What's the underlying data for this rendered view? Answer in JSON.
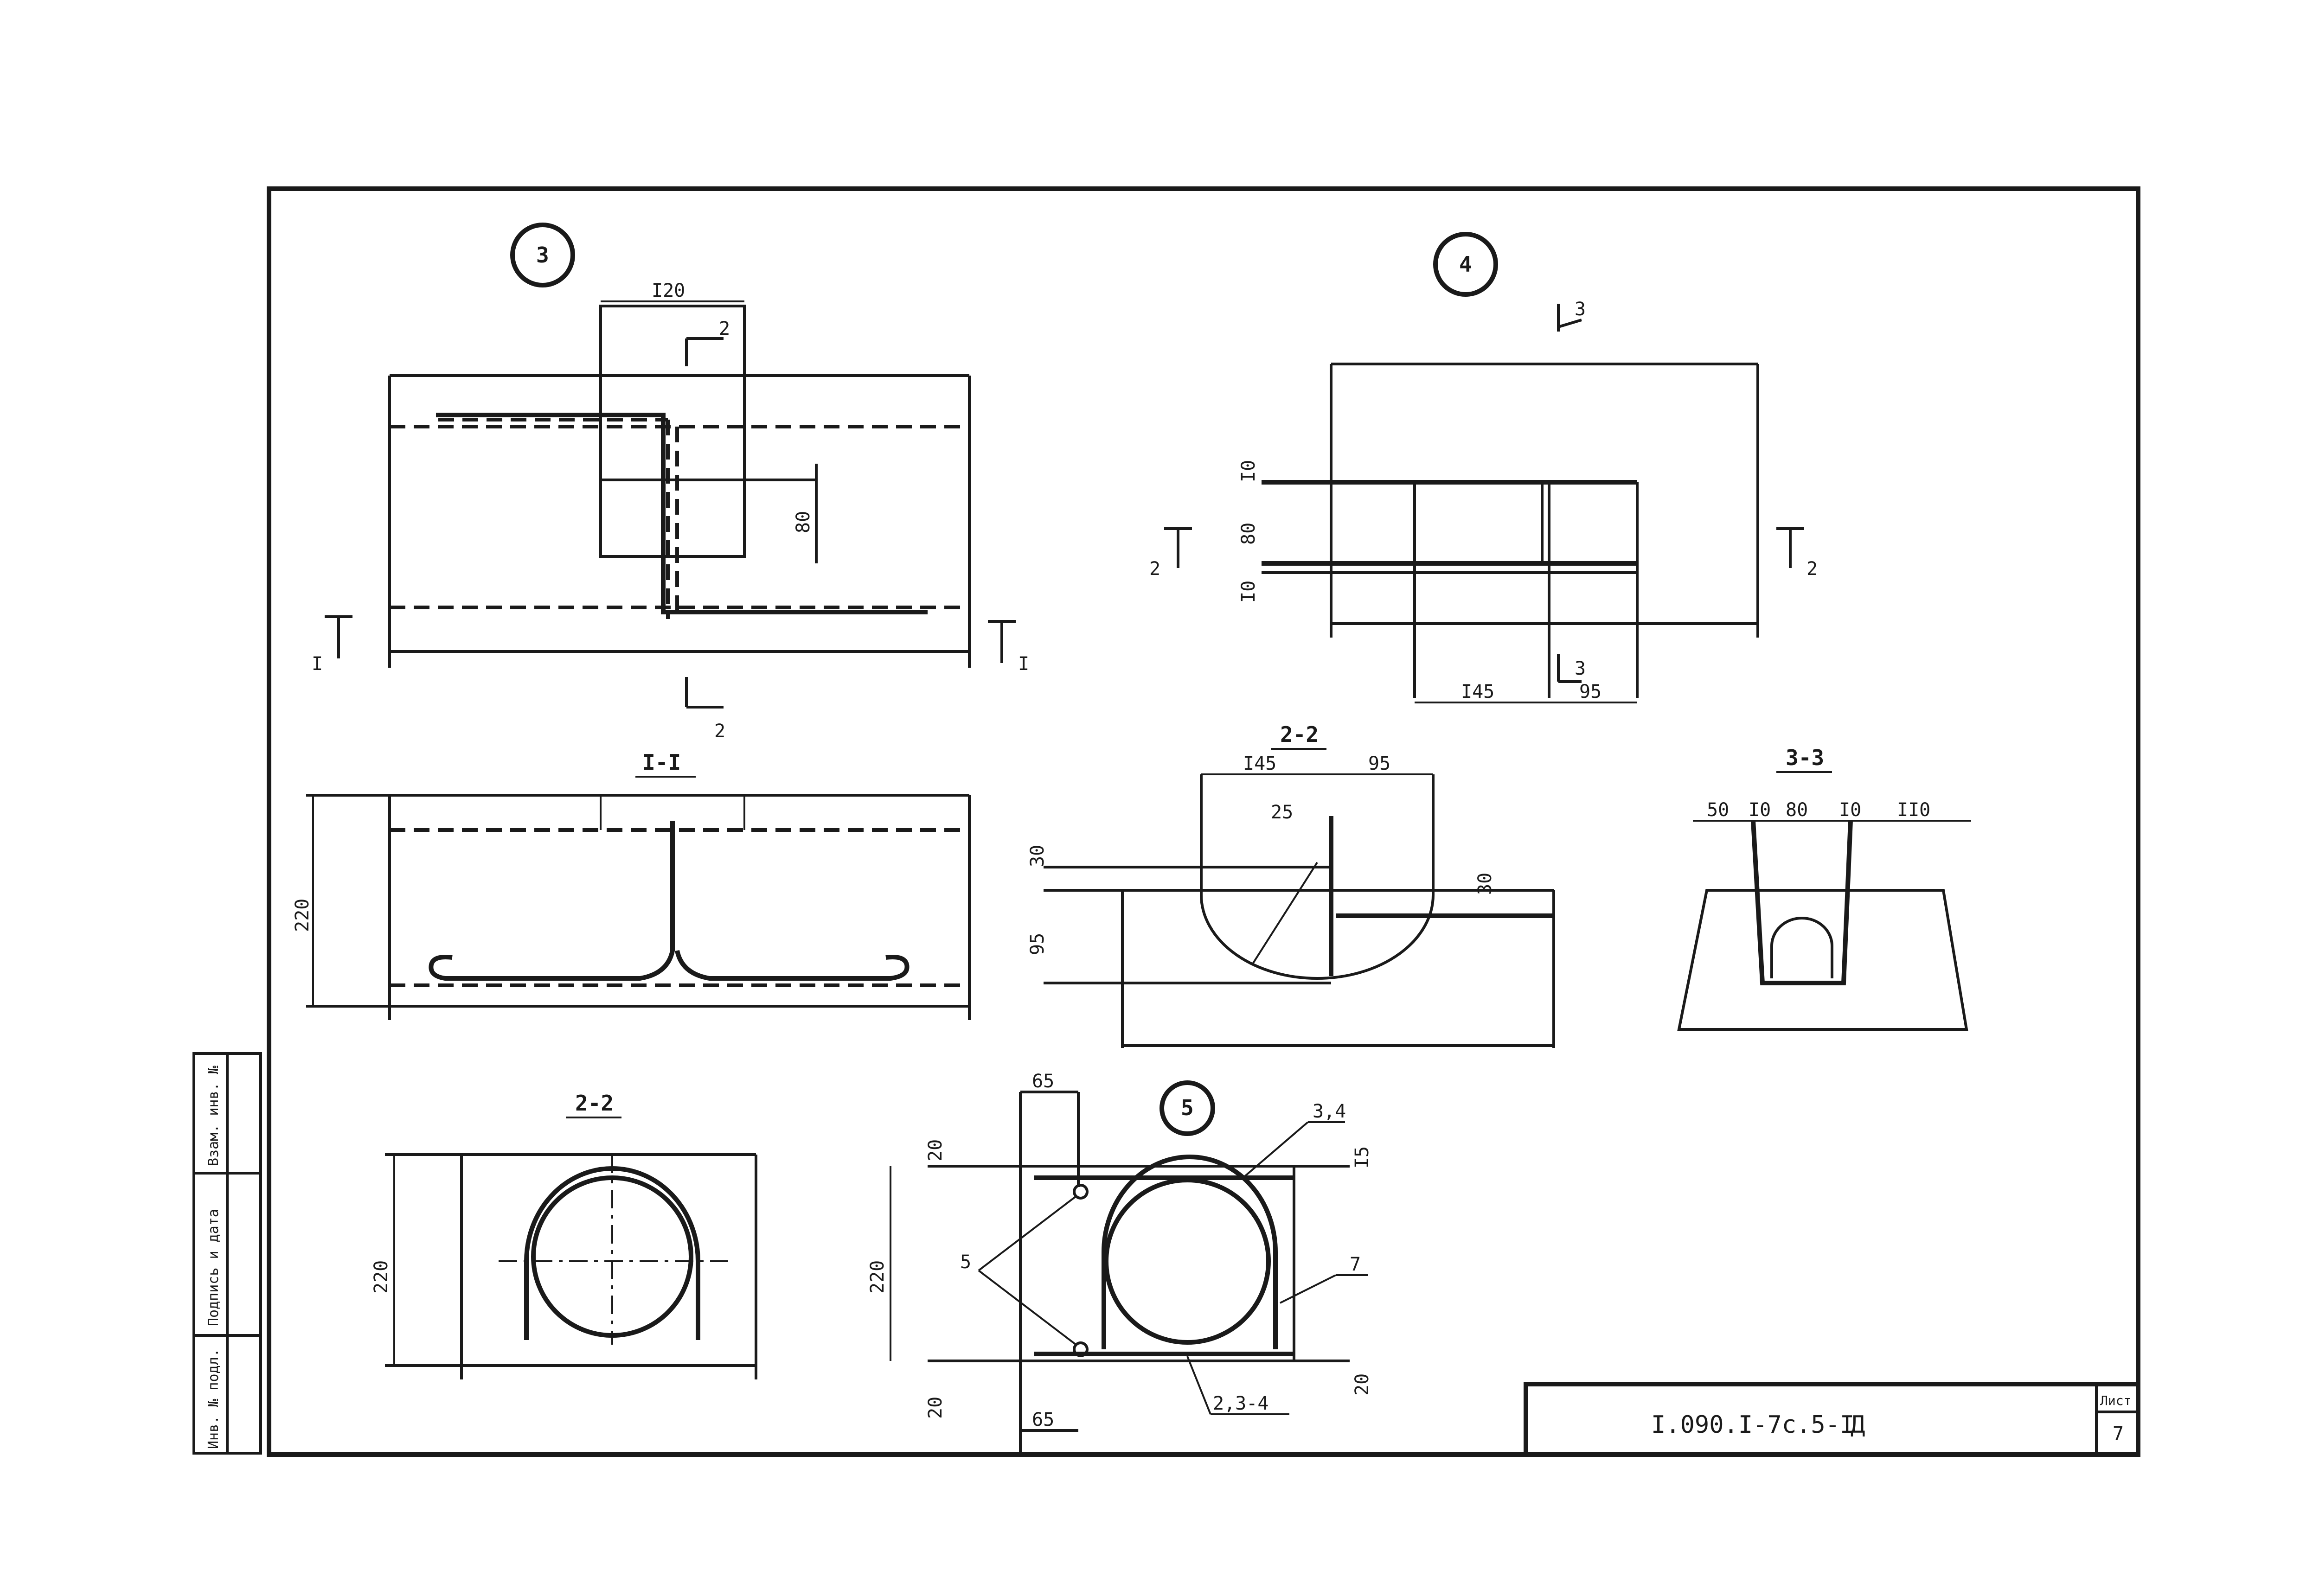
{
  "views": {
    "v3": {
      "marker": "3",
      "dim_top": "I20",
      "dim_side": "80",
      "cut1_left": "I",
      "cut1_right": "I",
      "cut2_top": "2",
      "cut2_bottom": "2"
    },
    "v4": {
      "marker": "4",
      "dim_10a": "I0",
      "dim_80": "80",
      "dim_10b": "I0",
      "dim_145": "I45",
      "dim_95": "95",
      "cut2_left": "2",
      "cut2_right": "2",
      "cut3_top": "3",
      "cut3_bottom": "3"
    },
    "s11": {
      "title": "I-I",
      "dim_h": "220"
    },
    "s22a": {
      "title": "2-2",
      "dim_145": "I45",
      "dim_95": "95",
      "dim_25": "25",
      "dim_30a": "30",
      "dim_30b": "30",
      "dim_95v": "95"
    },
    "s33": {
      "title": "3-3",
      "d50": "50",
      "d10a": "I0",
      "d80": "80",
      "d10b": "I0",
      "d110": "II0"
    },
    "s22b": {
      "title": "2-2",
      "dim_h": "220"
    },
    "v5": {
      "marker": "5",
      "d65_top": "65",
      "d65_bot": "65",
      "d20_tl": "20",
      "d20_bl": "20",
      "d15": "I5",
      "d20_br": "20",
      "d220": "220",
      "lead_5": "5",
      "lead_34": "3,4",
      "lead_7": "7",
      "lead_234": "2,3-4"
    }
  },
  "side_stamp": {
    "f1": "Взам. инв. №",
    "f2": "Подпись и дата",
    "f3": "Инв. № подл."
  },
  "title_block": {
    "code": "I.090.I-7с.5-I",
    "suffix": "Д",
    "sheet_label": "Лист",
    "sheet_no": "7"
  }
}
